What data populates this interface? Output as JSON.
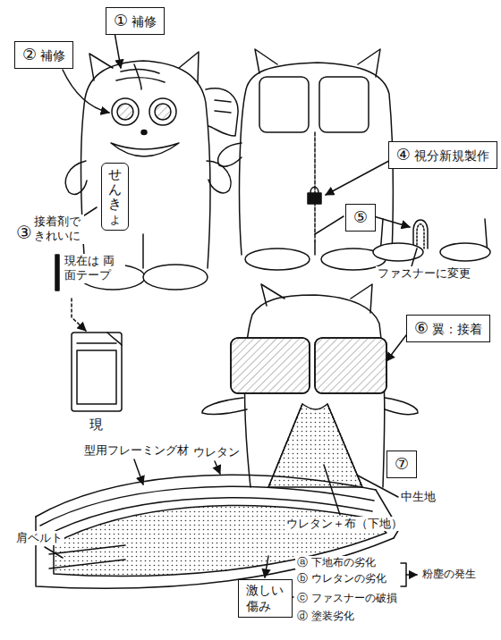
{
  "diagram": {
    "nodes": [
      {
        "text": [
          "①",
          "補修"
        ]
      },
      {
        "text": [
          "②",
          "補修"
        ]
      },
      {
        "text": [
          "せんきょ"
        ]
      },
      {
        "text": [
          "④",
          "視分新規製作"
        ]
      },
      {
        "text": [
          "⑤"
        ]
      },
      {
        "text": [
          "⑥",
          "翼：接着"
        ]
      },
      {
        "text": [
          "⑦"
        ]
      },
      {
        "text": [
          "激しい傷み"
        ]
      }
    ],
    "labels": [
      "③",
      "接着剤で きれいに",
      "現在は 両面テープ",
      "現",
      "ファスナーに変更",
      "中生地",
      "ウレタン＋布（下地）",
      "型用フレーミング材",
      "ウレタン",
      "肩ベルト",
      "ⓐ 下地布の劣化",
      "ⓑ ウレタンの劣化",
      "粉塵の発生",
      "ⓒ ファスナーの破損",
      "ⓓ 塗装劣化"
    ]
  }
}
